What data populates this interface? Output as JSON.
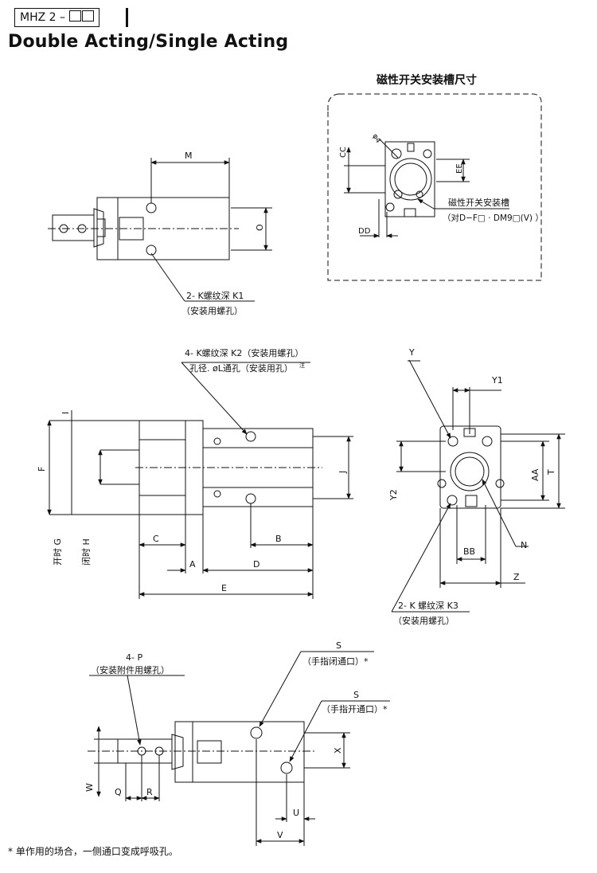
{
  "header": {
    "model_prefix": "MHZ 2 –",
    "title": "Double Acting/Single Acting"
  },
  "switch_groove_panel": {
    "title": "磁性开关安装槽尺寸",
    "phi_label": "φ4",
    "dims": {
      "cc": "CC",
      "ee": "EE",
      "dd": "DD"
    },
    "groove_label": "磁性开关安装槽",
    "groove_note": "（对D−F□ · DM9□(V) ）"
  },
  "top_view": {
    "dims": {
      "m": "M",
      "o": "O"
    },
    "note_line1": "2- K螺纹深 K1",
    "note_line2": "（安装用螺孔）"
  },
  "side_view": {
    "note_line1": "4- K螺纹深 K2（安装用螺孔）",
    "note_line2": "孔径. øL通孔（安装用孔）",
    "note_sup": "注",
    "dims": {
      "i": "I",
      "f": "F",
      "g": "开时 G",
      "h": "闭时 H",
      "j": "J",
      "c": "C",
      "b": "B",
      "a": "A",
      "d": "D",
      "e": "E"
    }
  },
  "end_view": {
    "dims": {
      "y": "Y",
      "y1": "Y1",
      "y2": "Y2",
      "aa": "AA",
      "t": "T",
      "n": "N",
      "bb": "BB",
      "z": "Z"
    },
    "note_line1": "2- K 螺纹深 K3",
    "note_line2": "（安装用螺孔）"
  },
  "bottom_view": {
    "p_line1": "4- P",
    "p_line2": "（安装附件用螺孔）",
    "s_close_label": "S",
    "s_close_note": "（手指闭通口）*",
    "s_open_label": "S",
    "s_open_note": "（手指开通口）*",
    "dims": {
      "x": "X",
      "w": "W",
      "q": "Q",
      "r": "R",
      "u": "U",
      "v": "V"
    }
  },
  "footnote": "* 单作用的场合，一侧通口变成呼吸孔。"
}
